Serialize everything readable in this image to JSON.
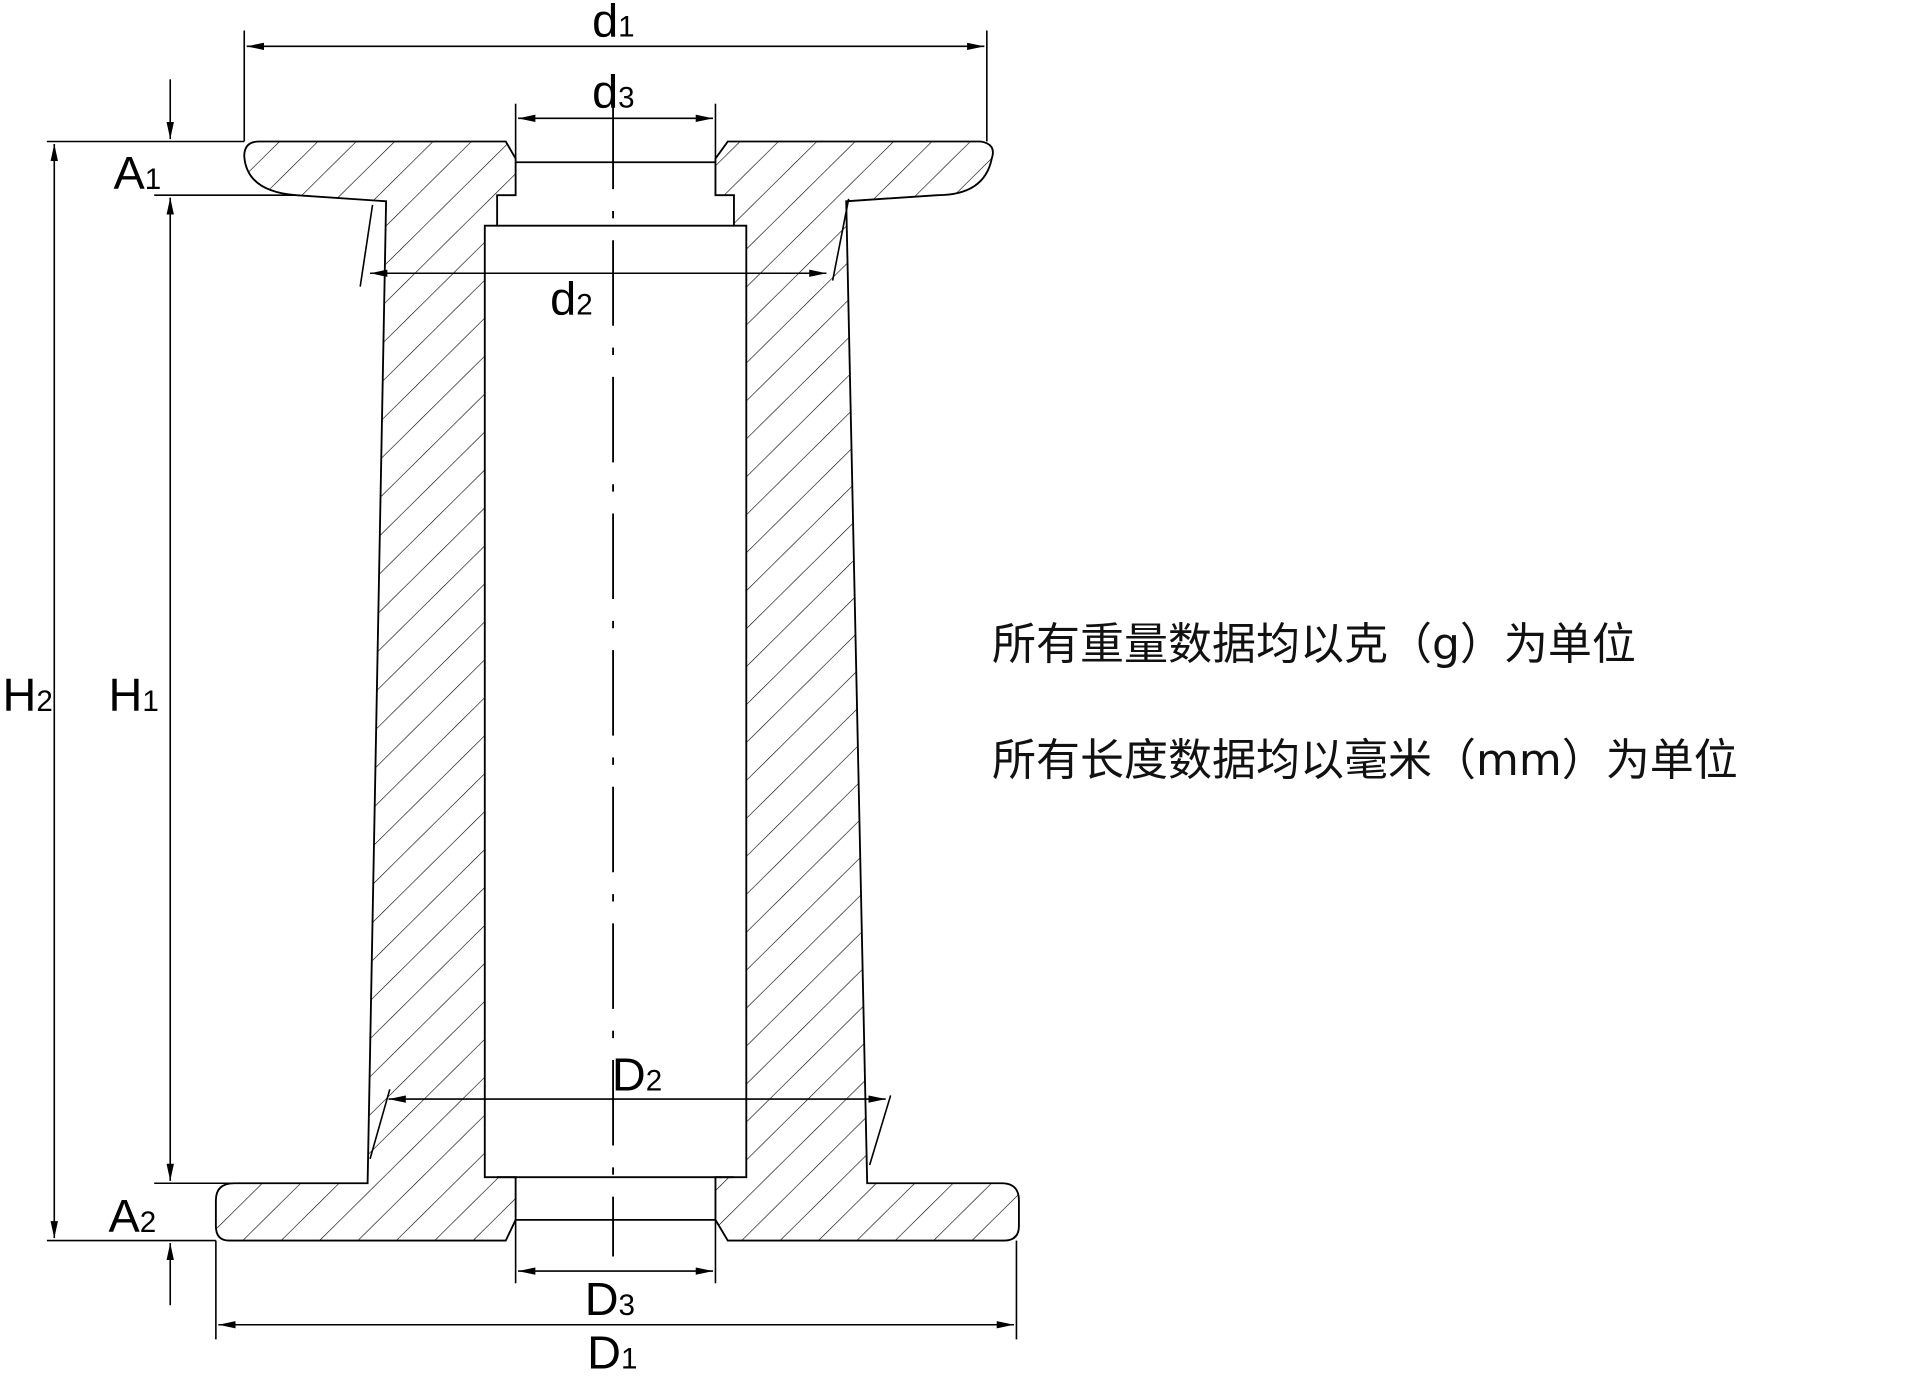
{
  "drawing": {
    "title": "Spool cross-section dimension drawing",
    "dimensions": [
      {
        "id": "d1",
        "letter": "d",
        "sub": "1"
      },
      {
        "id": "d2",
        "letter": "d",
        "sub": "2"
      },
      {
        "id": "d3",
        "letter": "d",
        "sub": "3"
      },
      {
        "id": "D1",
        "letter": "D",
        "sub": "1"
      },
      {
        "id": "D2",
        "letter": "D",
        "sub": "2"
      },
      {
        "id": "D3",
        "letter": "D",
        "sub": "3"
      },
      {
        "id": "H1",
        "letter": "H",
        "sub": "1"
      },
      {
        "id": "H2",
        "letter": "H",
        "sub": "2"
      },
      {
        "id": "A1",
        "letter": "A",
        "sub": "1"
      },
      {
        "id": "A2",
        "letter": "A",
        "sub": "2"
      }
    ]
  },
  "notes": {
    "weight_unit": "所有重量数据均以克（g）为单位",
    "length_unit": "所有长度数据均以毫米（mm）为单位"
  },
  "colors": {
    "line": "#000000",
    "background": "#ffffff"
  }
}
